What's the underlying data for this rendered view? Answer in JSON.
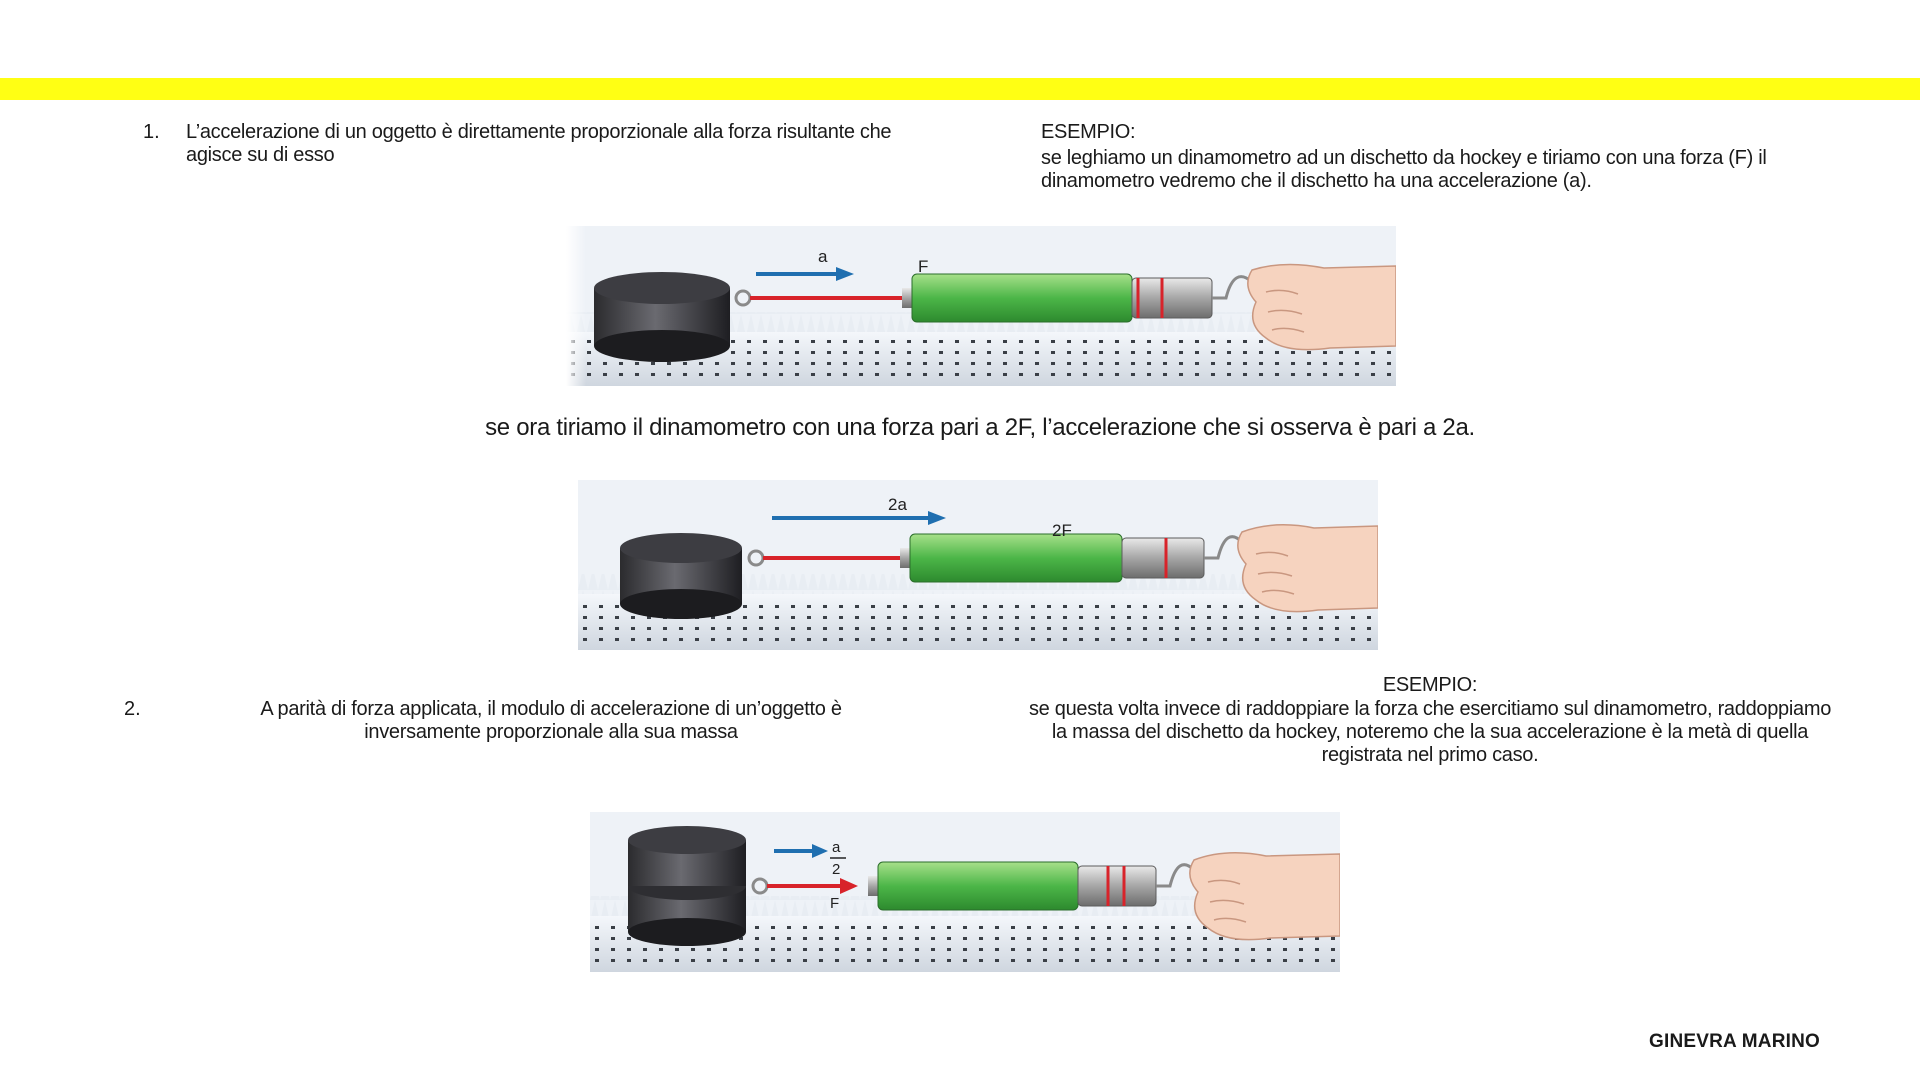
{
  "section1": {
    "number": "1.",
    "law": "L’accelerazione di un oggetto è direttamente proporzionale alla forza risultante che agisce su di esso",
    "example_label": "ESEMPIO:",
    "example_text": "se leghiamo un dinamometro ad un dischetto da hockey e tiriamo con una forza (F) il dinamometro vedremo che il dischetto ha una accelerazione (a)."
  },
  "figure1": {
    "accel_label": "a",
    "force_label": "F"
  },
  "caption_middle": "se ora tiriamo il dinamometro con una forza pari a 2F, l’accelerazione che si osserva è pari a 2a.",
  "figure2": {
    "accel_label": "2a",
    "force_label": "2F"
  },
  "section2": {
    "number": "2.",
    "law": "A parità di forza applicata, il modulo di accelerazione di un’oggetto è inversamente proporzionale alla sua massa",
    "example_label": "ESEMPIO:",
    "example_text": "se questa volta invece di raddoppiare la forza che esercitiamo sul dinamometro, raddoppiamo la massa del dischetto da hockey, noteremo che la sua accelerazione è la metà di quella registrata nel primo caso."
  },
  "figure3": {
    "accel_numerator": "a",
    "accel_denominator": "2",
    "force_label": "F"
  },
  "footer": {
    "author": "GINEVRA MARINO"
  },
  "colors": {
    "highlight_band": "#ffff14",
    "accel_arrow": "#1f6fb0",
    "force_arrow": "#d8232a",
    "dynamometer": "#4cb648"
  }
}
